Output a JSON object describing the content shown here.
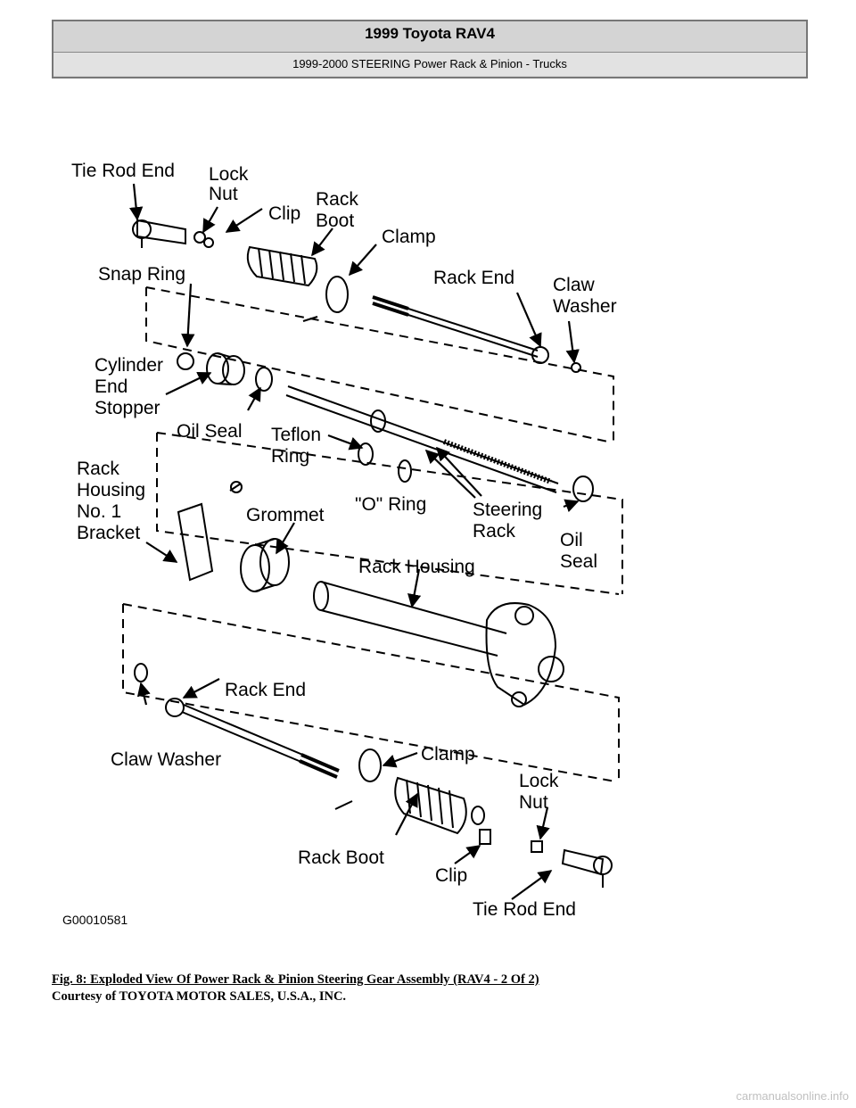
{
  "header": {
    "title": "1999 Toyota RAV4",
    "subtitle": "1999-2000 STEERING Power Rack & Pinion - Trucks"
  },
  "labels": {
    "tie_rod_end_top": "Tie Rod End",
    "lock_nut_top_1": "Lock",
    "lock_nut_top_2": "Nut",
    "clip_top": "Clip",
    "rack_boot_top_1": "Rack",
    "rack_boot_top_2": "Boot",
    "clamp_top": "Clamp",
    "snap_ring": "Snap Ring",
    "rack_end_top": "Rack End",
    "claw_washer_top_1": "Claw",
    "claw_washer_top_2": "Washer",
    "cylinder_end_stopper_1": "Cylinder",
    "cylinder_end_stopper_2": "End",
    "cylinder_end_stopper_3": "Stopper",
    "oil_seal_1": "Oil Seal",
    "teflon_ring_1": "Teflon",
    "teflon_ring_2": "Ring",
    "rack_housing_bracket_1": "Rack",
    "rack_housing_bracket_2": "Housing",
    "rack_housing_bracket_3": "No. 1",
    "rack_housing_bracket_4": "Bracket",
    "grommet": "Grommet",
    "o_ring": "\"O\" Ring",
    "steering_rack_1": "Steering",
    "steering_rack_2": "Rack",
    "oil_seal_2a": "Oil",
    "oil_seal_2b": "Seal",
    "rack_housing": "Rack Housing",
    "rack_end_bottom": "Rack End",
    "claw_washer_bottom": "Claw Washer",
    "clamp_bottom": "Clamp",
    "lock_nut_bottom_1": "Lock",
    "lock_nut_bottom_2": "Nut",
    "rack_boot_bottom": "Rack Boot",
    "clip_bottom": "Clip",
    "tie_rod_end_bottom": "Tie Rod End",
    "figure_code": "G00010581"
  },
  "caption": "Fig. 8: Exploded View Of Power Rack & Pinion Steering Gear Assembly (RAV4 - 2 Of 2)",
  "courtesy": "Courtesy of TOYOTA MOTOR SALES, U.S.A., INC.",
  "watermark": "carmanualsonline.info"
}
